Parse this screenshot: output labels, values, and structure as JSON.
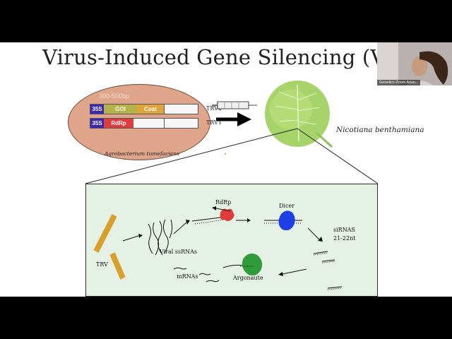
{
  "slide": {
    "title": "Virus-Induced Gene Silencing (VIG",
    "bp_label": "300-500bp",
    "constructs": [
      {
        "promoter": "35S",
        "gene1": "GOI",
        "gene2": "Coat",
        "name": "TRV2"
      },
      {
        "promoter": "35S",
        "gene1": "RdRp",
        "name": "TRV1"
      }
    ],
    "agro_label": "Agrobacterium tumefaciens",
    "plant_label": "Nicotiana benthamiana",
    "panel": {
      "trv": "TRV",
      "viral_ssrnas": "Viral ssRNAs",
      "rdrp": "RdRp",
      "dicer": "Dicer",
      "sirnas_line1": "siRNAS",
      "sirnas_line2": "21-22nt",
      "mrnas": "mRNAs",
      "argonaute": "Argonaute"
    },
    "colors": {
      "promoter": "#3b27b5",
      "goi": "#b6b24a",
      "coat": "#e0a53a",
      "rdrp": "#e03c3c",
      "dicer": "#1f3fe6",
      "argonaute": "#2f9b3b",
      "trv_rod": "#d8a02a",
      "ellipse": "#dfa58a",
      "leaf": "#a6d46a"
    }
  },
  "video": {
    "name": "Genetics Zoom Asso..."
  }
}
